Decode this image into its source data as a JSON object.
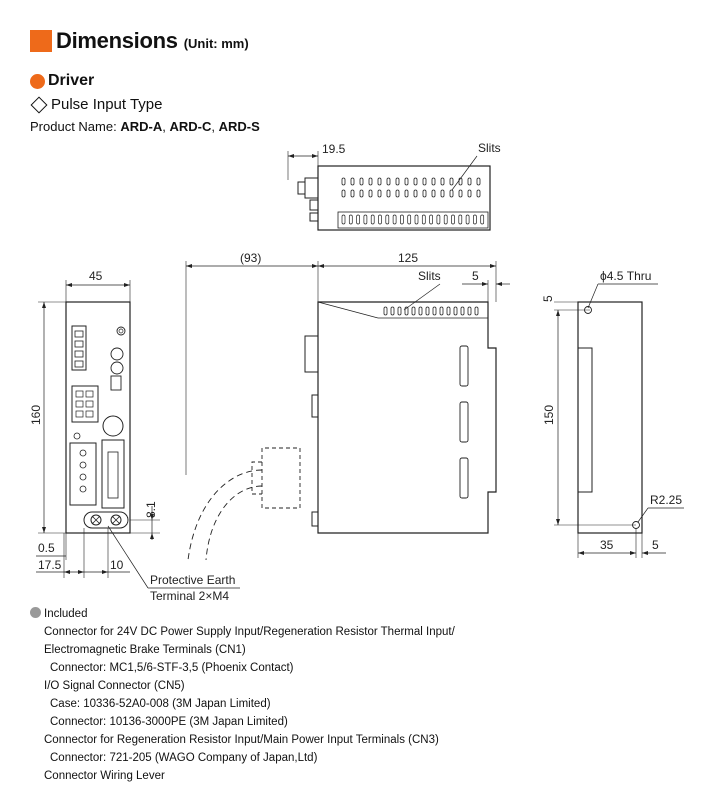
{
  "header": {
    "title": "Dimensions",
    "unit": "(Unit: mm)",
    "accent_color": "#ee6a1a"
  },
  "section": {
    "title": "Driver",
    "type": "Pulse Input Type"
  },
  "product": {
    "label": "Product Name: ",
    "models": [
      "ARD-A",
      "ARD-C",
      "ARD-S"
    ],
    "sep": ", "
  },
  "dims": {
    "top_width": "19.5",
    "top_slits": "Slits",
    "cable_len": "(93)",
    "depth": "125",
    "side_slits": "Slits",
    "side_step": "5",
    "front_width": "45",
    "height": "160",
    "pe_height": "8.1",
    "front_offset": "0.5",
    "front_pe_pos": "17.5",
    "front_pe_w": "10",
    "pe_label1": "Protective Earth",
    "pe_label2": "Terminal 2×M4",
    "hole": "ϕ4.5 Thru",
    "hole_top": "5",
    "mount_height": "150",
    "corner_r": "R2.25",
    "back_depth": "35",
    "back_step": "5"
  },
  "included": {
    "title": "Included",
    "lines": [
      "Connector for 24V DC Power Supply Input/Regeneration Resistor Thermal Input/",
      "Electromagnetic Brake Terminals (CN1)",
      "Connector: MC1,5/6-STF-3,5 (Phoenix Contact)",
      "I/O Signal Connector (CN5)",
      "Case: 10336-52A0-008 (3M Japan Limited)",
      "Connector: 10136-3000PE (3M Japan Limited)",
      "Connector for Regeneration Resistor Input/Main Power Input Terminals (CN3)",
      "Connector: 721-205 (WAGO Company of Japan,Ltd)",
      "Connector Wiring Lever"
    ]
  }
}
